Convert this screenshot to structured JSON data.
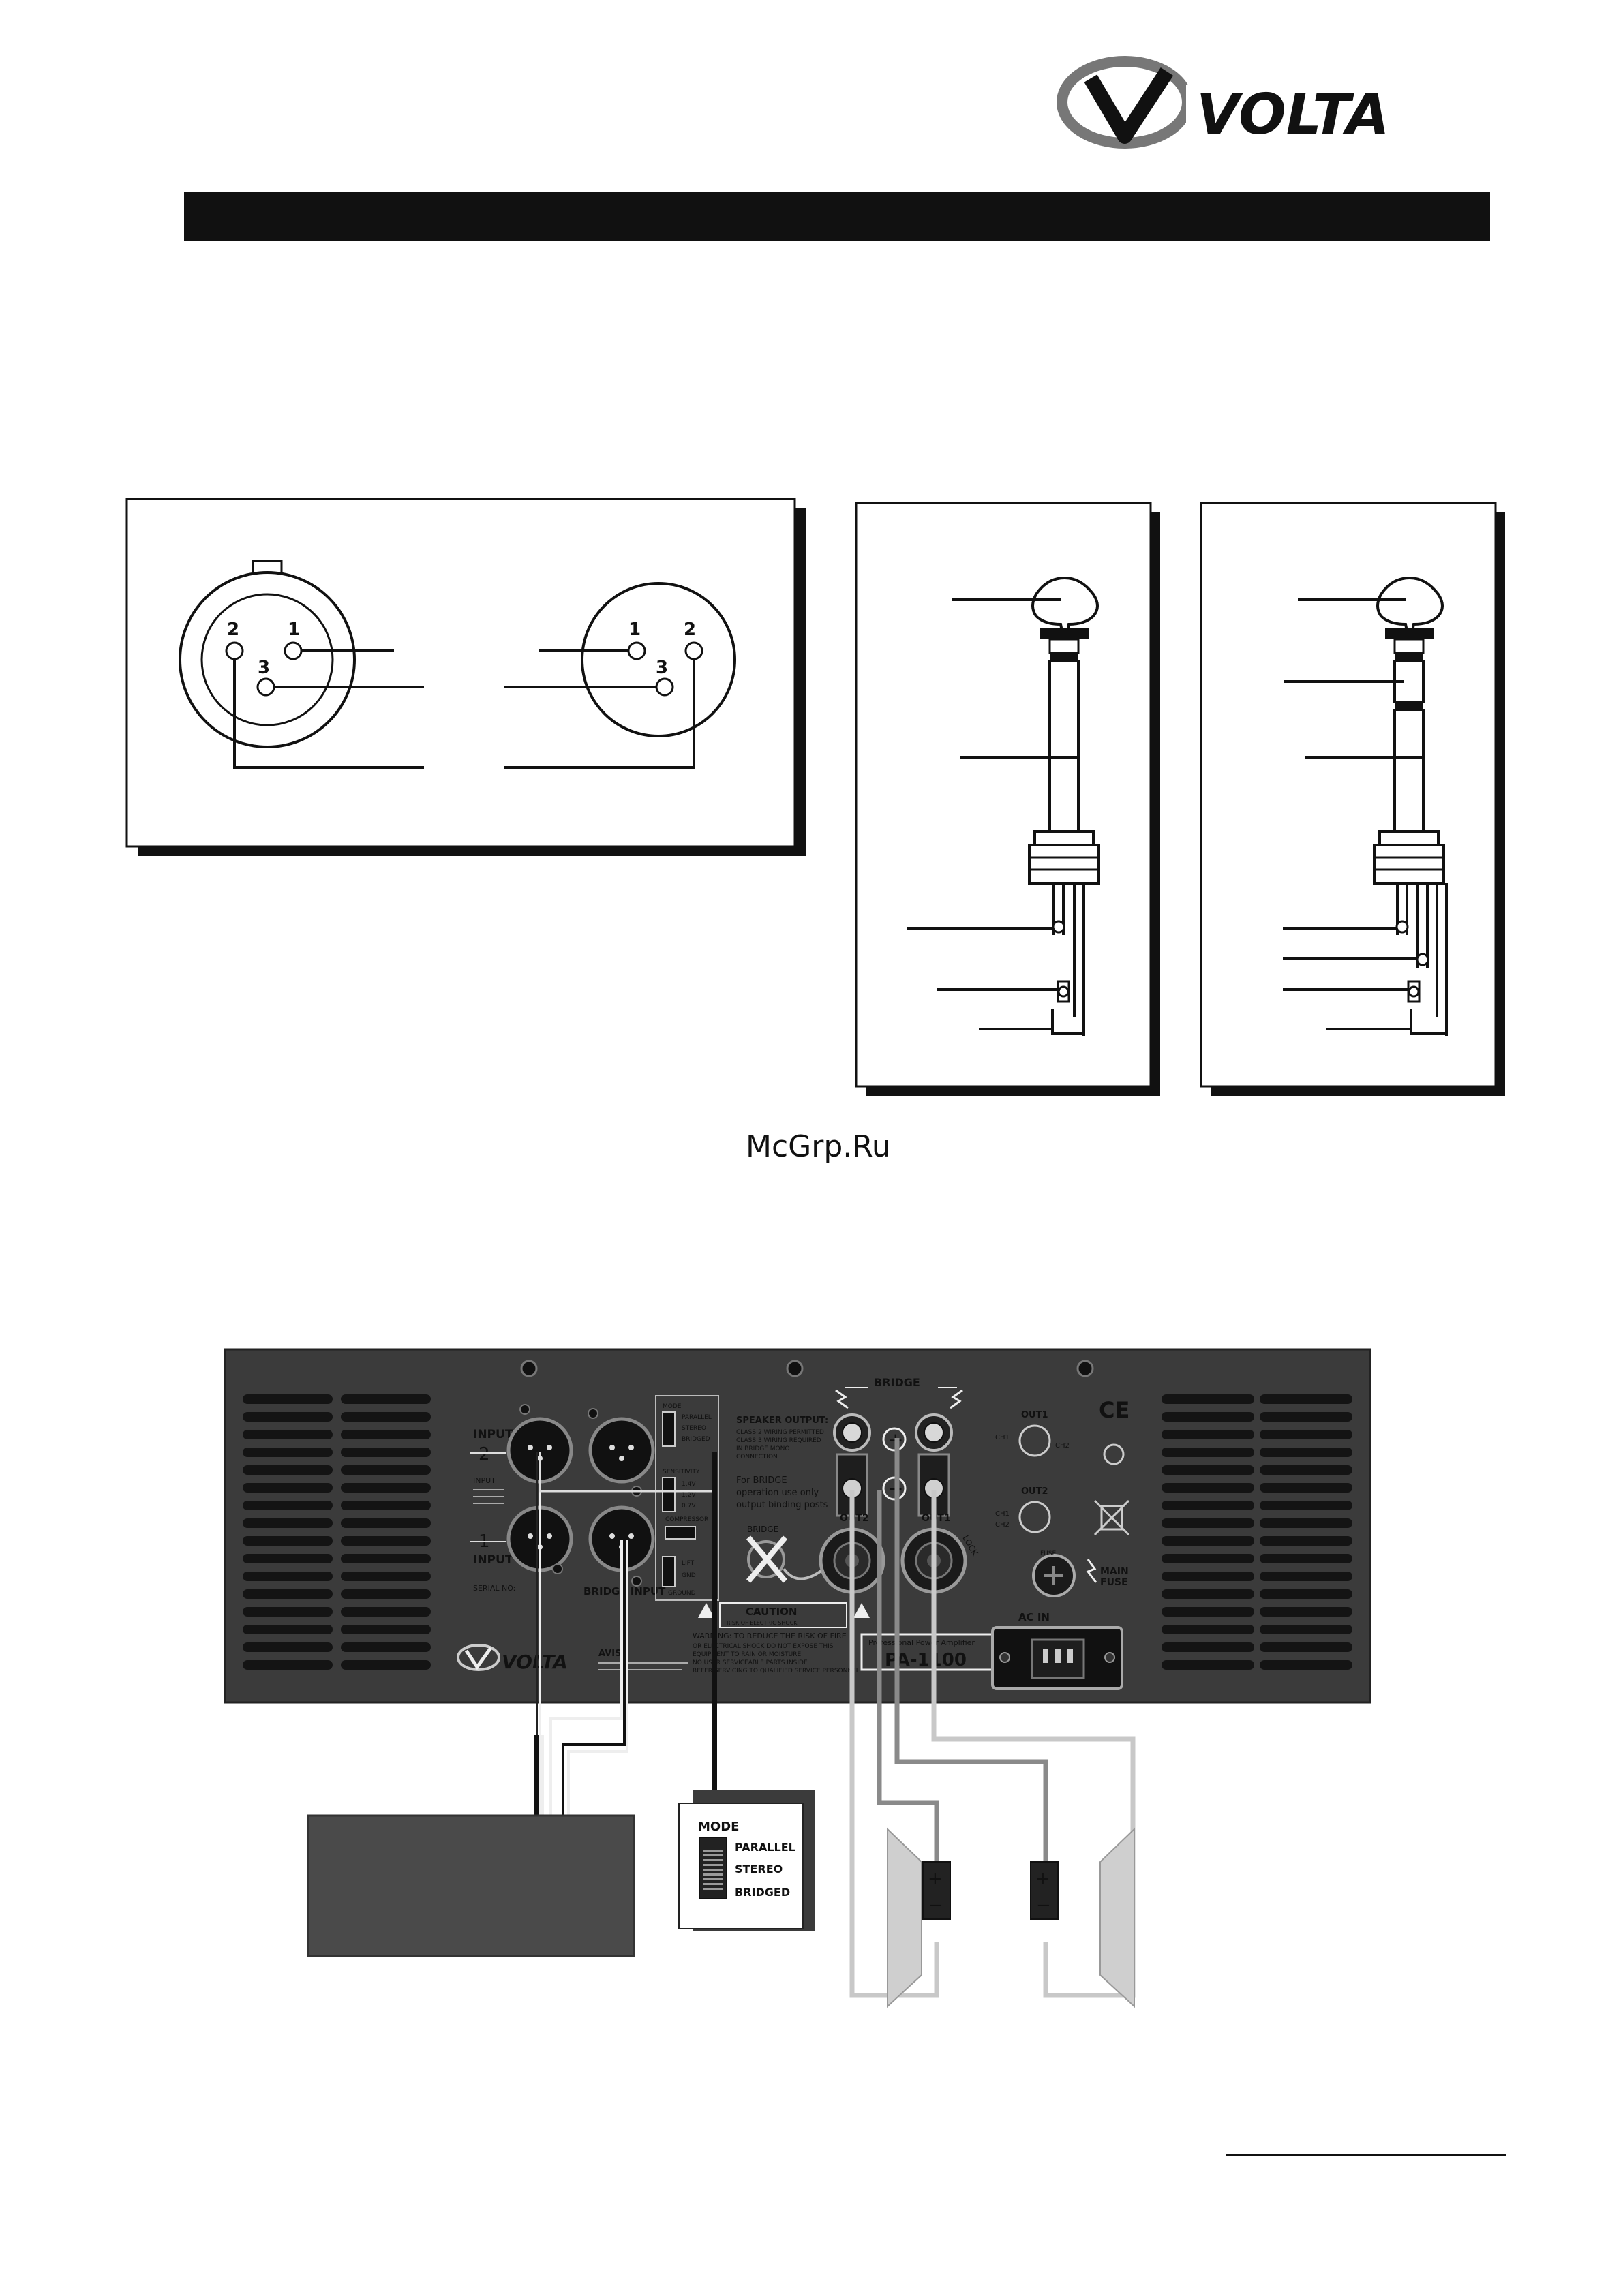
{
  "brand": {
    "name": "VOLTA"
  },
  "header_bar": {
    "text": ""
  },
  "xlr": {
    "male_pins": [
      "2",
      "1",
      "3"
    ],
    "female_pins": [
      "1",
      "2",
      "3"
    ]
  },
  "watermark": "McGrp.Ru",
  "rear_panel": {
    "input2_label": "INPUT",
    "input2_number": "2",
    "input1_label": "INPUT",
    "input1_number": "1",
    "input_note": "INPUT",
    "bridge_input_label": "BRIDGE INPUT",
    "serial_label": "SERIAL NO:",
    "mode_title": "MODE",
    "mode_options": [
      "PARALLEL",
      "STEREO",
      "BRIDGED"
    ],
    "sensitivity_title": "SENSITIVITY",
    "sensitivity_options": [
      "1.4V",
      "1.2V",
      "0.7V"
    ],
    "compressor_label": "COMPRESSOR",
    "ground_options": [
      "LIFT",
      "GND"
    ],
    "ground_label": "GROUND",
    "speaker_output_title": "SPEAKER OUTPUT:",
    "speaker_output_lines": [
      "CLASS 2 WIRING PERMITTED",
      "CLASS 3 WIRING REQUIRED",
      "IN BRIDGE MONO",
      "CONNECTION"
    ],
    "bridge_note": [
      "For BRIDGE",
      "operation use only",
      "output binding posts"
    ],
    "bridge_label": "BRIDGE",
    "bridge_top": "BRIDGE",
    "out2_label": "OUT2",
    "out1_label": "OUT1",
    "lock_label": "LOCK",
    "caution_title": "CAUTION",
    "caution_sub": "RISK OF ELECTRIC SHOCK",
    "warning_lines": [
      "WARNING: TO REDUCE THE RISK OF FIRE",
      "OR ELECTRICAL SHOCK DO NOT EXPOSE THIS",
      "EQUIPMENT TO RAIN OR MOISTURE.",
      "NO USER SERVICEABLE PARTS INSIDE",
      "REFER SERVICING TO QUALIFIED SERVICE PERSONNEL"
    ],
    "avis_title": "AVIS:",
    "product_line": "Professional Power Amplifier",
    "model": "PA-1100",
    "speakon_out1": "OUT1",
    "speakon_out2": "OUT2",
    "ch1": "CH1",
    "ch2": "CH2",
    "ce_mark": "CE",
    "fuse_label": "FUSE",
    "main_fuse_label": [
      "MAIN",
      "FUSE"
    ],
    "ac_in_label": "AC IN"
  },
  "mode_callout": {
    "title": "MODE",
    "options": [
      "PARALLEL",
      "STEREO",
      "BRIDGED"
    ]
  },
  "speaker_signs": {
    "plus": "+",
    "minus": "−"
  },
  "colors": {
    "panel": "#3b3b3b",
    "grille": "#141414",
    "box": "#4a4a4a",
    "wire_light": "#c8c8c8",
    "wire_mid": "#8a8a8a",
    "cone": "#cfcfcf"
  }
}
